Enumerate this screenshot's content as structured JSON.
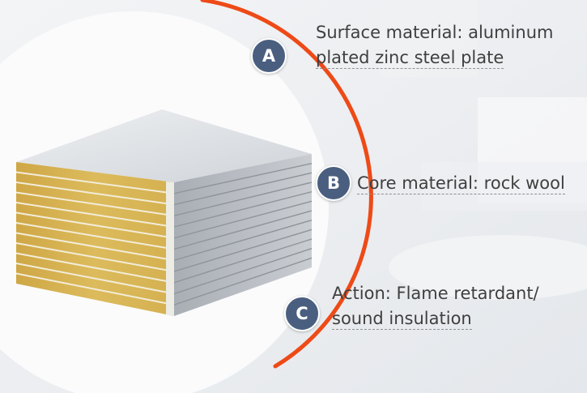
{
  "colors": {
    "accent_arc": "#ee4a17",
    "badge_fill": "#4a5f7f",
    "core_material": "#d8b352",
    "text": "#3f3f3f"
  },
  "callouts": [
    {
      "badge": "A",
      "lines": [
        "Surface material: aluminum",
        "plated zinc steel plate"
      ]
    },
    {
      "badge": "B",
      "lines": [
        "Core material: rock wool"
      ]
    },
    {
      "badge": "C",
      "lines": [
        "Action: Flame retardant/",
        "sound insulation"
      ]
    }
  ]
}
